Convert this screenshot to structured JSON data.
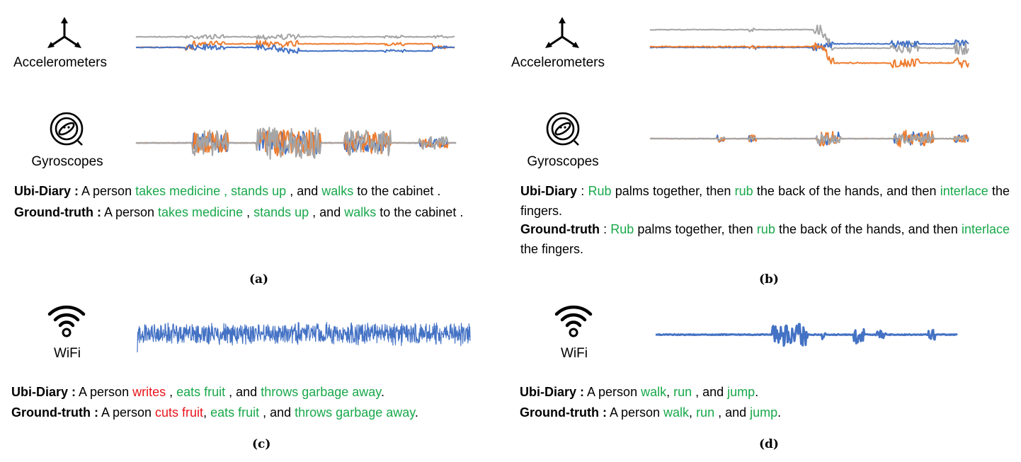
{
  "colors": {
    "blue": "#4472c4",
    "orange": "#ed7d31",
    "gray": "#a5a5a5",
    "green": "#18a84a",
    "red": "#e8141b"
  },
  "panels": {
    "a": {
      "label": "(a)",
      "sensor_labels": [
        "Accelerometers",
        "Gyroscopes"
      ],
      "captions": {
        "ubi": {
          "key": "Ubi-Diary :",
          "segments": [
            {
              "t": " A person ",
              "c": ""
            },
            {
              "t": "takes medicine , stands up",
              "c": "g"
            },
            {
              "t": " , and ",
              "c": ""
            },
            {
              "t": "walks",
              "c": "g"
            },
            {
              "t": " to the cabinet .",
              "c": ""
            }
          ]
        },
        "gt": {
          "key": "Ground-truth :",
          "segments": [
            {
              "t": " A person ",
              "c": ""
            },
            {
              "t": "takes medicine",
              "c": "g"
            },
            {
              "t": " , ",
              "c": ""
            },
            {
              "t": "stands up",
              "c": "g"
            },
            {
              "t": " , and ",
              "c": ""
            },
            {
              "t": "walks",
              "c": "g"
            },
            {
              "t": " to the cabinet .",
              "c": ""
            }
          ]
        }
      }
    },
    "b": {
      "label": "(b)",
      "sensor_labels": [
        "Accelerometers",
        "Gyroscopes"
      ],
      "captions": {
        "ubi": {
          "key": "Ubi-Diary",
          "segments": [
            {
              "t": " : ",
              "c": ""
            },
            {
              "t": "Rub",
              "c": "g"
            },
            {
              "t": " palms together, then ",
              "c": ""
            },
            {
              "t": "rub",
              "c": "g"
            },
            {
              "t": " the back of the hands, and then ",
              "c": ""
            },
            {
              "t": "interlace",
              "c": "g"
            },
            {
              "t": " the fingers.",
              "c": ""
            }
          ]
        },
        "gt": {
          "key": "Ground-truth",
          "segments": [
            {
              "t": " : ",
              "c": ""
            },
            {
              "t": "Rub",
              "c": "g"
            },
            {
              "t": " palms together, then ",
              "c": ""
            },
            {
              "t": "rub",
              "c": "g"
            },
            {
              "t": " the back of the hands, and then ",
              "c": ""
            },
            {
              "t": "interlace",
              "c": "g"
            },
            {
              "t": " the fingers.",
              "c": ""
            }
          ]
        }
      }
    },
    "c": {
      "label": "(c)",
      "sensor_labels": [
        "WiFi"
      ],
      "captions": {
        "ubi": {
          "key": "Ubi-Diary :",
          "segments": [
            {
              "t": " A person ",
              "c": ""
            },
            {
              "t": "writes",
              "c": "r"
            },
            {
              "t": " , ",
              "c": ""
            },
            {
              "t": "eats fruit",
              "c": "g"
            },
            {
              "t": " , and ",
              "c": ""
            },
            {
              "t": "throws garbage away",
              "c": "g"
            },
            {
              "t": ".",
              "c": ""
            }
          ]
        },
        "gt": {
          "key": "Ground-truth :",
          "segments": [
            {
              "t": " A person ",
              "c": ""
            },
            {
              "t": "cuts fruit",
              "c": "r"
            },
            {
              "t": ", ",
              "c": ""
            },
            {
              "t": "eats fruit",
              "c": "g"
            },
            {
              "t": " , and ",
              "c": ""
            },
            {
              "t": "throws garbage away",
              "c": "g"
            },
            {
              "t": ".",
              "c": ""
            }
          ]
        }
      }
    },
    "d": {
      "label": "(d)",
      "sensor_labels": [
        "WiFi"
      ],
      "captions": {
        "ubi": {
          "key": "Ubi-Diary :",
          "segments": [
            {
              "t": " A person ",
              "c": ""
            },
            {
              "t": "walk",
              "c": "g"
            },
            {
              "t": ", ",
              "c": ""
            },
            {
              "t": "run",
              "c": "g"
            },
            {
              "t": " , and ",
              "c": ""
            },
            {
              "t": "jump",
              "c": "g"
            },
            {
              "t": ".",
              "c": ""
            }
          ]
        },
        "gt": {
          "key": "Ground-truth :",
          "segments": [
            {
              "t": " A person ",
              "c": ""
            },
            {
              "t": "walk",
              "c": "g"
            },
            {
              "t": ", ",
              "c": ""
            },
            {
              "t": "run",
              "c": "g"
            },
            {
              "t": " , and ",
              "c": ""
            },
            {
              "t": "jump",
              "c": "g"
            },
            {
              "t": ".",
              "c": ""
            }
          ]
        }
      }
    }
  }
}
